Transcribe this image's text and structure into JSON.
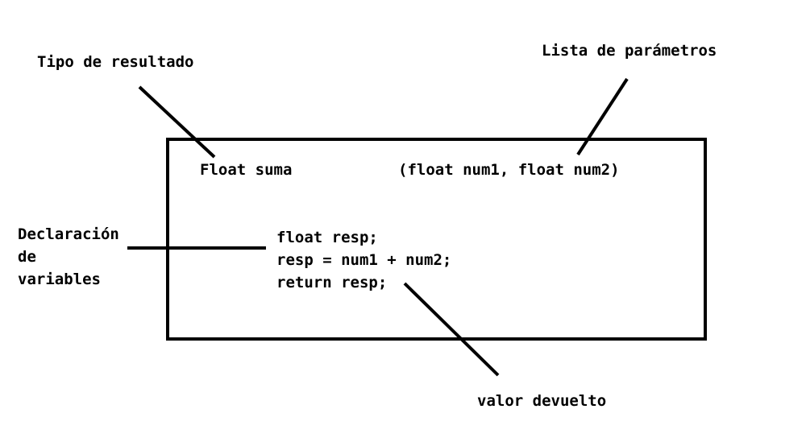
{
  "labels": {
    "tipo_resultado": "Tipo de resultado",
    "lista_parametros": "Lista de parámetros",
    "declaracion_lines": [
      "Declaración",
      "de",
      "variables"
    ],
    "valor_devuelto": "valor devuelto"
  },
  "code": {
    "return_type_and_name": "Float suma",
    "params": "(float num1, float num2)",
    "body_lines": [
      "float resp;",
      "resp = num1 + num2;",
      "return resp;"
    ]
  },
  "colors": {
    "ink": "#000000",
    "background": "#ffffff"
  }
}
